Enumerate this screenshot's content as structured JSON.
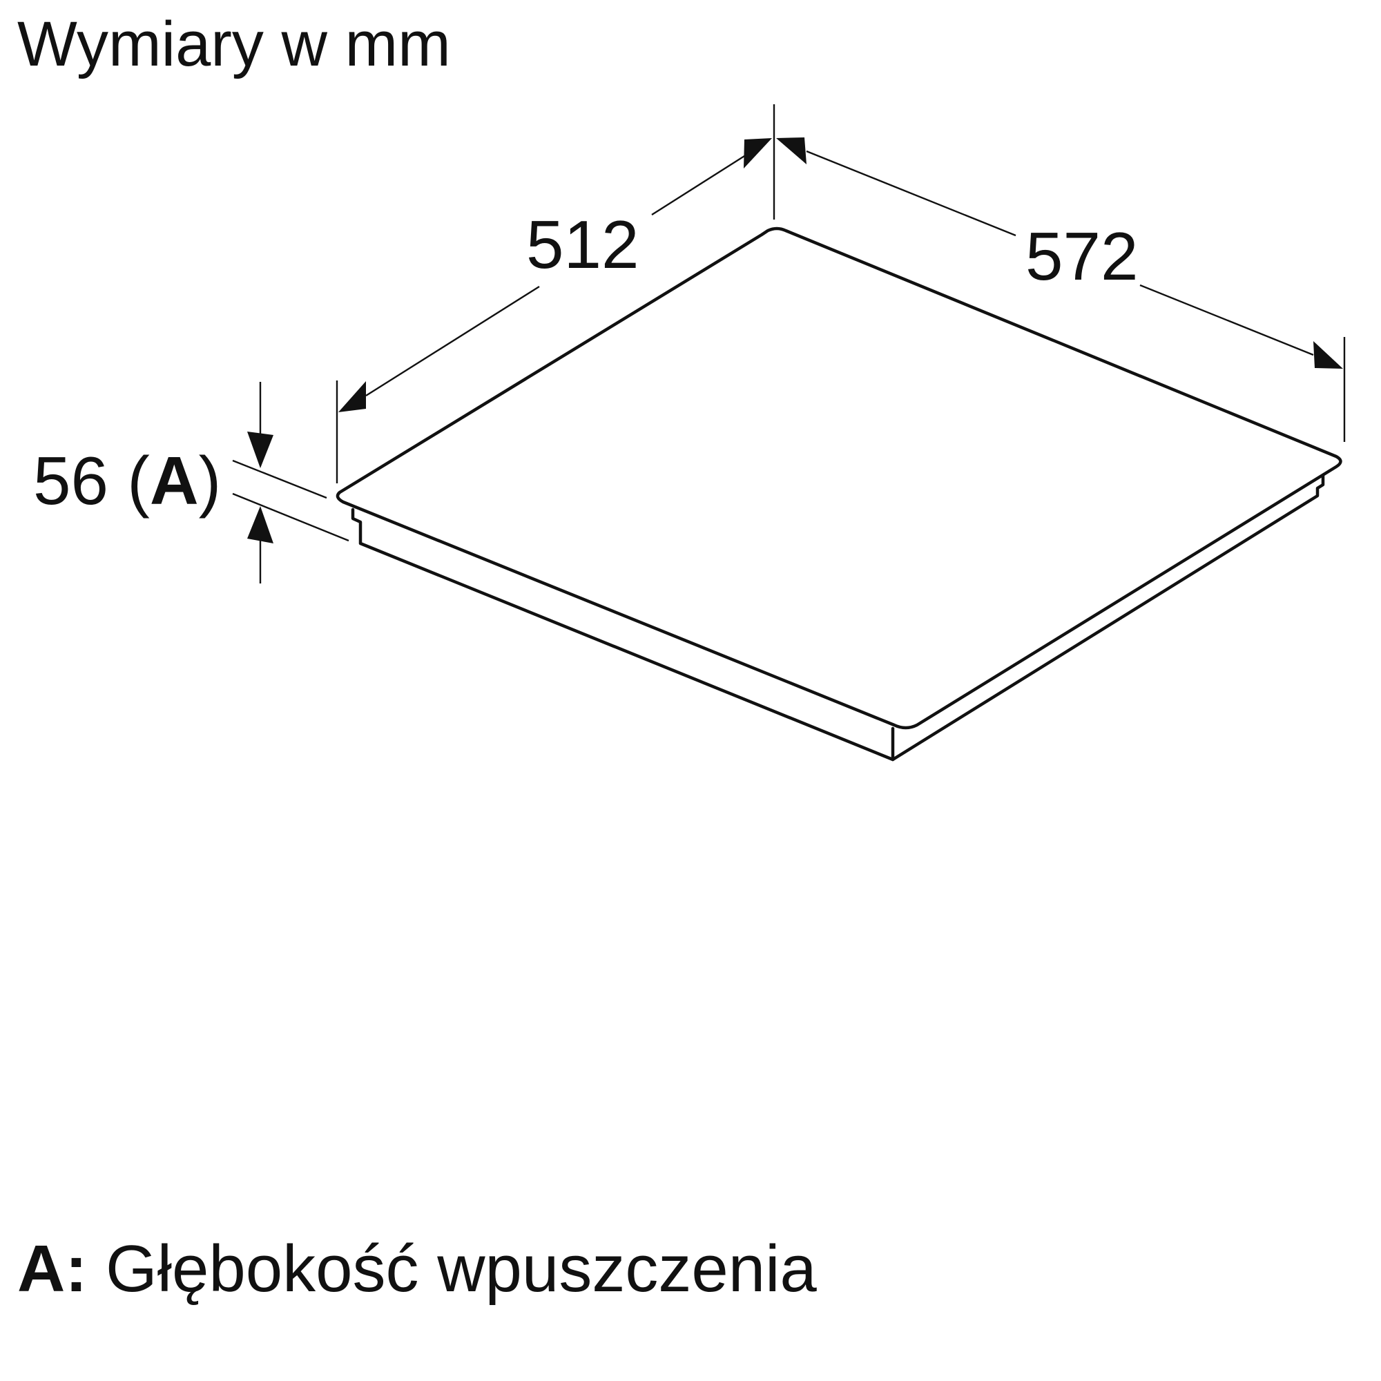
{
  "header": {
    "title": "Wymiary w mm"
  },
  "dimensions": {
    "depth": "512",
    "width": "572",
    "height_value": "56",
    "height_open": "(",
    "height_ref": "A",
    "height_close": ")"
  },
  "legend": {
    "key": "A:",
    "text": "Głębokość wpuszczenia"
  }
}
